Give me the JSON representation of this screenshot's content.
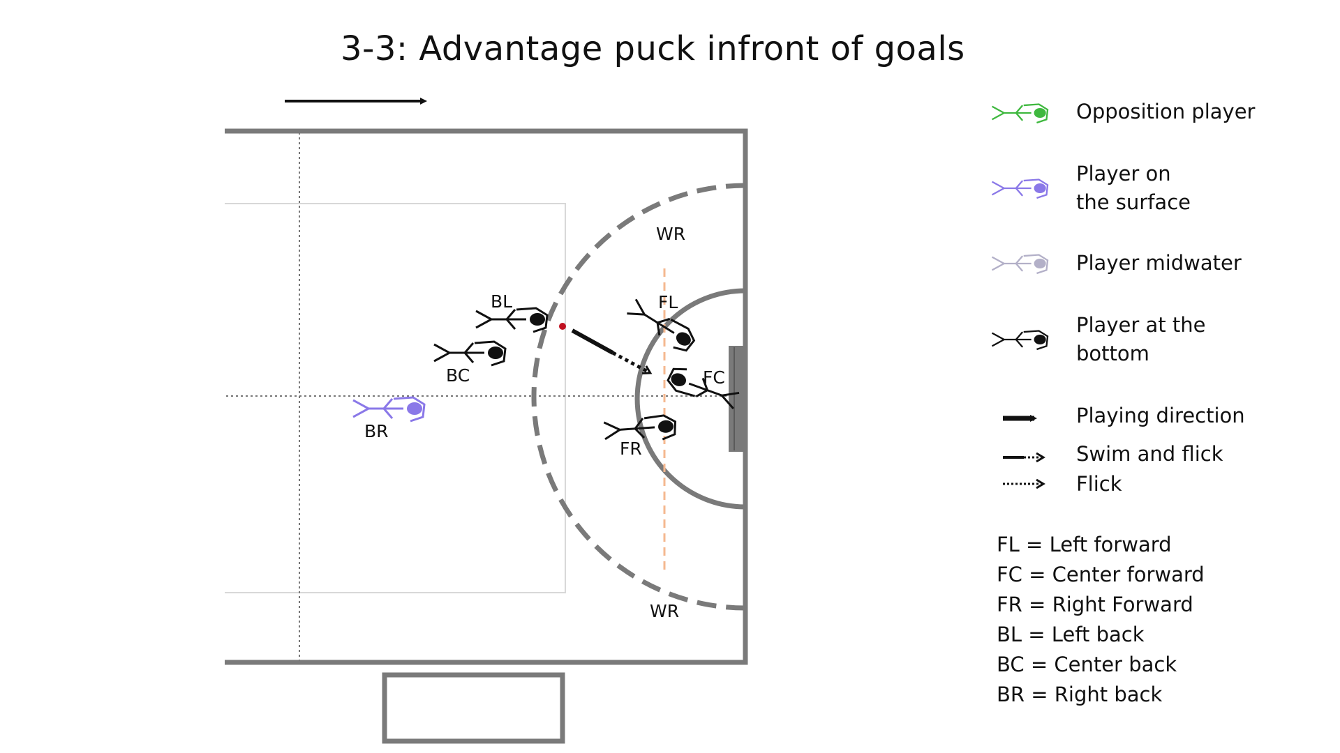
{
  "title": "3-3: Advantage puck infront of goals",
  "positions": {
    "bl": "BL",
    "bc": "BC",
    "br": "BR",
    "fl": "FL",
    "fc": "FC",
    "fr": "FR",
    "wr_top": "WR",
    "wr_bottom": "WR"
  },
  "legend": {
    "opposition": "Opposition player",
    "surface_line1": "Player on",
    "surface_line2": "the surface",
    "midwater": "Player midwater",
    "bottom_line1": "Player at the",
    "bottom_line2": "bottom",
    "playing_direction": "Playing direction",
    "swim_and_flick": "Swim and flick",
    "flick": "Flick"
  },
  "abbreviations": [
    "FL = Left forward",
    "FC = Center forward",
    "FR = Right Forward",
    "BL = Left back",
    "BC = Center back",
    "BR = Right back"
  ],
  "colors": {
    "opposition": "#3fb83f",
    "surface": "#8a78e8",
    "midwater": "#b3b0c8",
    "bottom": "#111111",
    "pool_lines": "#7a7a7a",
    "guide_line": "#f5b890",
    "puck": "#c01020"
  }
}
